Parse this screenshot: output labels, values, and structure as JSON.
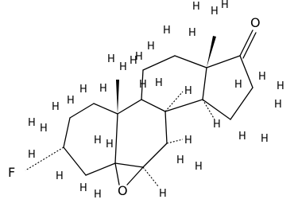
{
  "molecule": {
    "atom_labels": {
      "oxygen_ketone": "O",
      "oxygen_epoxide": "O",
      "fluorine": "F"
    },
    "hydrogen_label": "H"
  }
}
